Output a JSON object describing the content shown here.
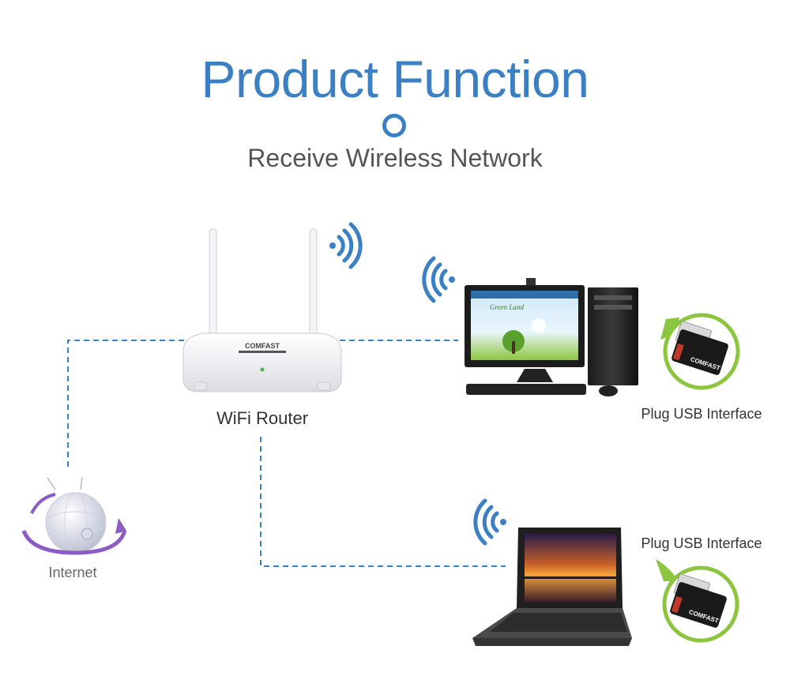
{
  "header": {
    "title": "Product Function",
    "subtitle": "Receive Wireless Network"
  },
  "nodes": {
    "router_label": "WiFi Router",
    "router_brand": "COMFAST",
    "internet_label": "Internet",
    "desktop_usb_label": "Plug USB Interface",
    "laptop_usb_label": "Plug USB Interface",
    "adapter_brand": "COMFAST",
    "monitor_brand": "Green Land"
  },
  "colors": {
    "accent": "#3b7fc4",
    "adapter_ring": "#8cc63f",
    "link_line": "#3b7fc4"
  }
}
